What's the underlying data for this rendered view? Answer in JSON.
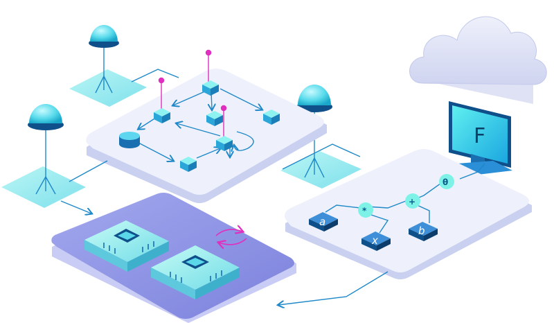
{
  "monitor": {
    "letter": "F"
  },
  "expression_tree": {
    "operators": {
      "theta": "θ",
      "plus": "+",
      "times": "*"
    },
    "leaves": {
      "a": "a",
      "x": "x",
      "b": "b"
    }
  },
  "colors": {
    "platform_top": "#eef1fb",
    "platform_side": "#c9d0f0",
    "connector": "#1e88c8",
    "magenta": "#e02fbf",
    "cyan": "#3ad6e8",
    "node_dark": "#0f4f8a",
    "chip_board": "#8f95e6",
    "cloud": "#dfe3f6"
  },
  "icons": [
    "cloud-icon",
    "monitor-icon",
    "sensor-icon",
    "chip-icon",
    "database-icon",
    "rotate-arrow-icon"
  ]
}
